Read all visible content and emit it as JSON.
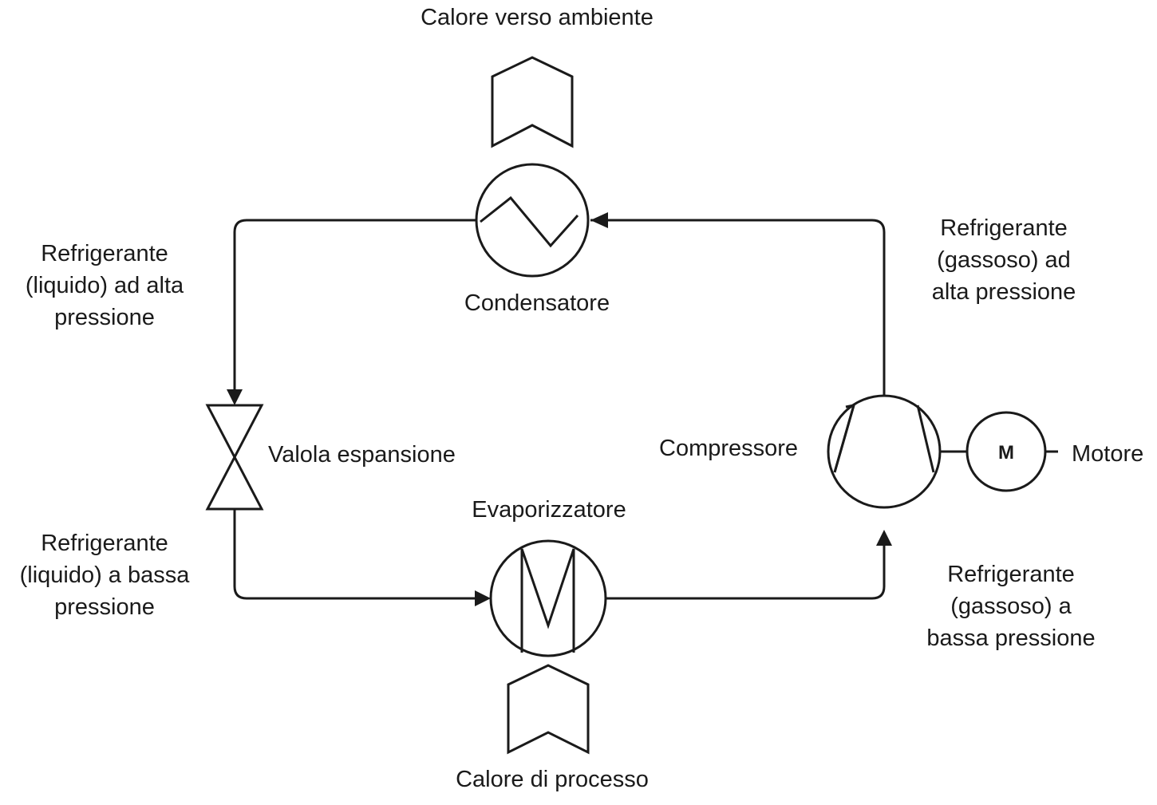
{
  "diagram": {
    "heat_top": "Calore verso ambiente",
    "heat_bottom": "Calore di processo",
    "condenser": "Condensatore",
    "evaporator": "Evaporizzatore",
    "valve": "Valola espansione",
    "compressor": "Compressore",
    "motor": "Motore",
    "motor_letter": "M",
    "liquid_high": [
      "Refrigerante",
      "(liquido) ad alta",
      "pressione"
    ],
    "liquid_low": [
      "Refrigerante",
      "(liquido) a bassa",
      "pressione"
    ],
    "gas_high": [
      "Refrigerante",
      "(gassoso) ad",
      "alta pressione"
    ],
    "gas_low": [
      "Refrigerante",
      "(gassoso) a",
      "bassa pressione"
    ]
  },
  "colors": {
    "stroke": "#1a1a1a",
    "background": "#ffffff"
  }
}
